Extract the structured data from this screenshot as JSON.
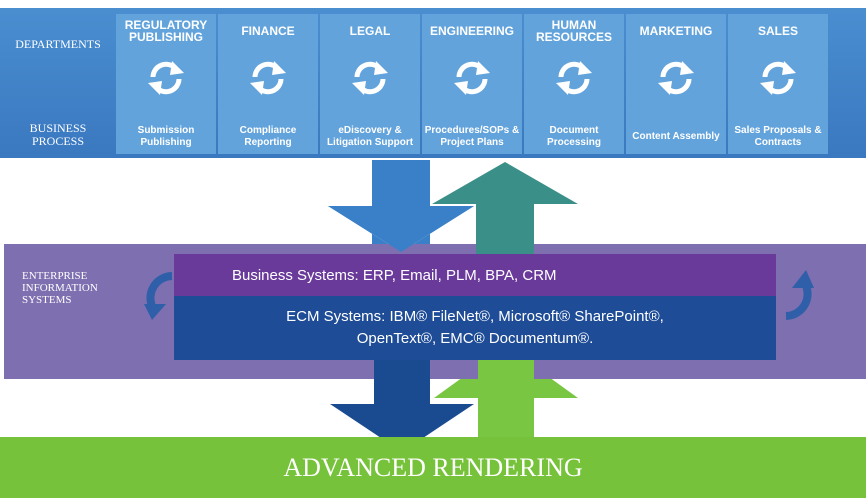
{
  "side_labels": {
    "departments": "DEPARTMENTS",
    "business_process": "BUSINESS PROCESS",
    "enterprise": "ENTERPRISE INFORMATION SYSTEMS"
  },
  "departments": [
    {
      "title": "REGULATORY PUBLISHING",
      "process": "Submission Publishing"
    },
    {
      "title": "FINANCE",
      "process": "Compliance Reporting"
    },
    {
      "title": "LEGAL",
      "process": "eDiscovery & Litigation Support"
    },
    {
      "title": "ENGINEERING",
      "process": "Procedures/SOPs & Project Plans"
    },
    {
      "title": "HUMAN RESOURCES",
      "process": "Document Processing"
    },
    {
      "title": "MARKETING",
      "process": "Content Assembly"
    },
    {
      "title": "SALES",
      "process": "Sales Proposals & Contracts"
    }
  ],
  "business_systems": "Business Systems: ERP, Email, PLM, BPA, CRM",
  "ecm_systems": {
    "line1": "ECM Systems: IBM® FileNet®, Microsoft® SharePoint®,",
    "line2": "OpenText®, EMC® Documentum®."
  },
  "advanced_rendering": "ADVANCED RENDERING",
  "colors": {
    "dept_band": "#3a78c0",
    "dept_col": "#62a3dc",
    "enterprise_band": "#7d6fb0",
    "business_box": "#6a3a9b",
    "ecm_box": "#1e4c96",
    "advanced_rendering": "#76c23a",
    "arrow_blue": "#3a80c8",
    "arrow_teal": "#3a9088",
    "arrow_navy": "#1a4a90",
    "arrow_green": "#79c642"
  },
  "icons": {
    "department_process": "sync-icon",
    "enterprise_cycle": "cycle-arrow-icon"
  }
}
